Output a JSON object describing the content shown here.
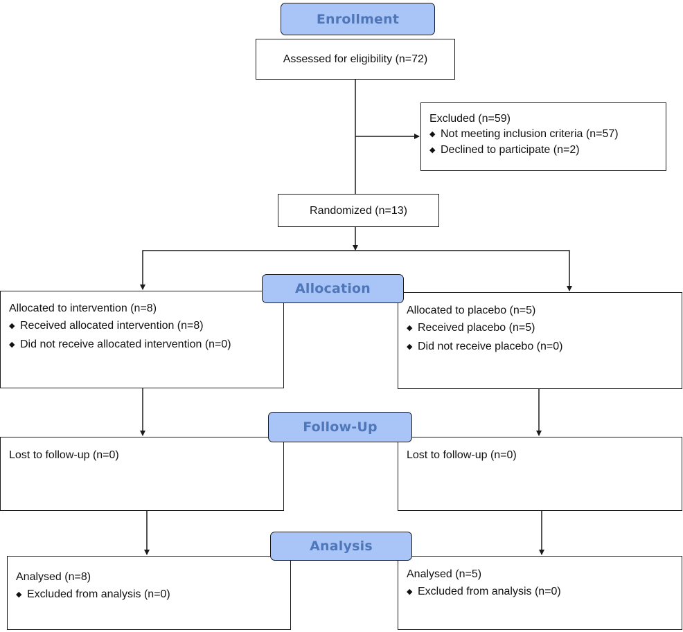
{
  "stages": {
    "enrollment": "Enrollment",
    "allocation": "Allocation",
    "follow_up": "Follow-Up",
    "analysis": "Analysis"
  },
  "assessed": "Assessed for eligibility (n=72)",
  "excluded": {
    "title": "Excluded (n=59)",
    "items": [
      "Not meeting inclusion criteria (n=57)",
      "Declined to participate (n=2)"
    ]
  },
  "randomized": "Randomized (n=13)",
  "intervention_arm": {
    "allocation": {
      "title": "Allocated to intervention (n=8)",
      "items": [
        "Received allocated intervention (n=8)",
        "Did not receive allocated intervention (n=0)"
      ]
    },
    "follow_up": "Lost to follow-up (n=0)",
    "analysis": {
      "title": "Analysed (n=8)",
      "items": [
        "Excluded from analysis (n=0)"
      ]
    }
  },
  "placebo_arm": {
    "allocation": {
      "title": "Allocated to placebo (n=5)",
      "items": [
        "Received placebo (n=5)",
        "Did not receive placebo (n=0)"
      ]
    },
    "follow_up": "Lost to follow-up (n=0)",
    "analysis": {
      "title": "Analysed (n=5)",
      "items": [
        "Excluded from analysis (n=0)"
      ]
    }
  },
  "colors": {
    "stage_fill": "#a9c5f7",
    "stage_text": "#4e76b8",
    "line": "#1a1a1a"
  }
}
